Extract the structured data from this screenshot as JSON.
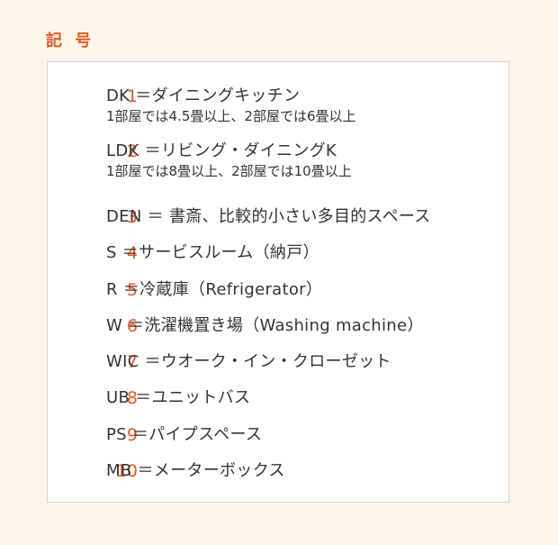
{
  "section_title": "記 号",
  "colors": {
    "accent": "#e35a1f",
    "text": "#333333",
    "background": "#fdf4ea",
    "box_border": "#d9d2c9"
  },
  "items": [
    {
      "number": "1",
      "term": "DK ＝ダイニングキッチン",
      "note": "1部屋では4.5畳以上、2部屋では6畳以上"
    },
    {
      "number": "2",
      "term": "LDK ＝リビング・ダイニングK",
      "note": "1部屋では8畳以上、2部屋では10畳以上"
    },
    {
      "number": "3",
      "term": "DEN ＝ 書斎、比較的小さい多目的スペース"
    },
    {
      "number": "4",
      "term": "S ＝サービスルーム（納戸）"
    },
    {
      "number": "5",
      "term": "R ＝冷蔵庫（Refrigerator）"
    },
    {
      "number": "6",
      "term": "W ＝洗濯機置き場（Washing machine）"
    },
    {
      "number": "7",
      "term": "WIC ＝ウオーク・イン・クローゼット"
    },
    {
      "number": "8",
      "term": "UB ＝ユニットバス"
    },
    {
      "number": "9",
      "term": "PS ＝パイプスペース"
    },
    {
      "number": "10",
      "term": "MB ＝メーターボックス"
    }
  ]
}
